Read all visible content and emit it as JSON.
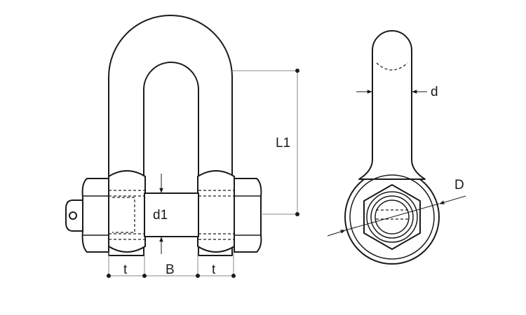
{
  "labels": {
    "d": "d",
    "L1": "L1",
    "d1": "d1",
    "D": "D",
    "t_left": "t",
    "B": "B",
    "t_right": "t"
  }
}
